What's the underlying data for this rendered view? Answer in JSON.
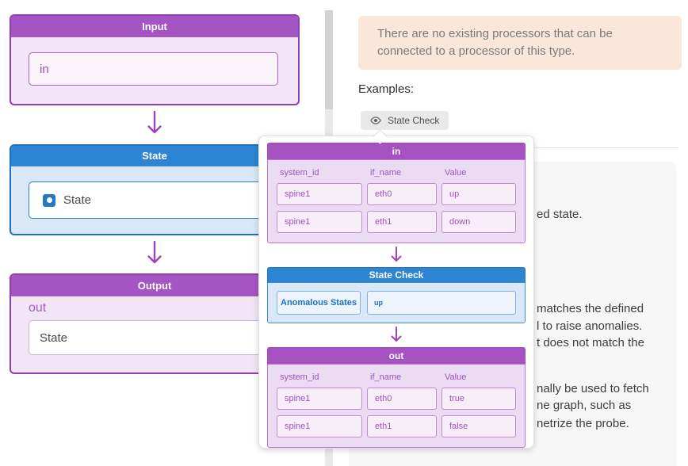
{
  "colors": {
    "purple_header": "#a455c4",
    "purple_popup_header": "#a653c1",
    "blue_header": "#2d84d2",
    "arrow_purple": "#9c44b8",
    "alert_bg": "#fae7d9"
  },
  "diagram": {
    "input": {
      "title": "Input",
      "field_value": "in"
    },
    "state": {
      "title": "State",
      "checkbox_label": "State",
      "checkbox_checked": true
    },
    "output": {
      "title": "Output",
      "label": "out",
      "field_value": "State"
    }
  },
  "alert": {
    "text": "There are no existing processors that can be connected to a processor of this type."
  },
  "examples": {
    "heading": "Examples:",
    "chip_label": "State Check"
  },
  "doc_fragments": [
    "ed state.",
    "matches the defined",
    "l to raise anomalies.",
    "t does not match the",
    "nally be used to fetch",
    "ne graph, such as",
    "netrize the probe."
  ],
  "popup": {
    "in_table": {
      "title": "in",
      "columns": [
        "system_id",
        "if_name",
        "Value"
      ],
      "rows": [
        [
          "spine1",
          "eth0",
          "up"
        ],
        [
          "spine1",
          "eth1",
          "down"
        ]
      ]
    },
    "processor": {
      "title": "State Check",
      "name_field": "Anomalous States",
      "value_field": "up"
    },
    "out_table": {
      "title": "out",
      "columns": [
        "system_id",
        "if_name",
        "Value"
      ],
      "rows": [
        [
          "spine1",
          "eth0",
          "true"
        ],
        [
          "spine1",
          "eth1",
          "false"
        ]
      ]
    }
  }
}
